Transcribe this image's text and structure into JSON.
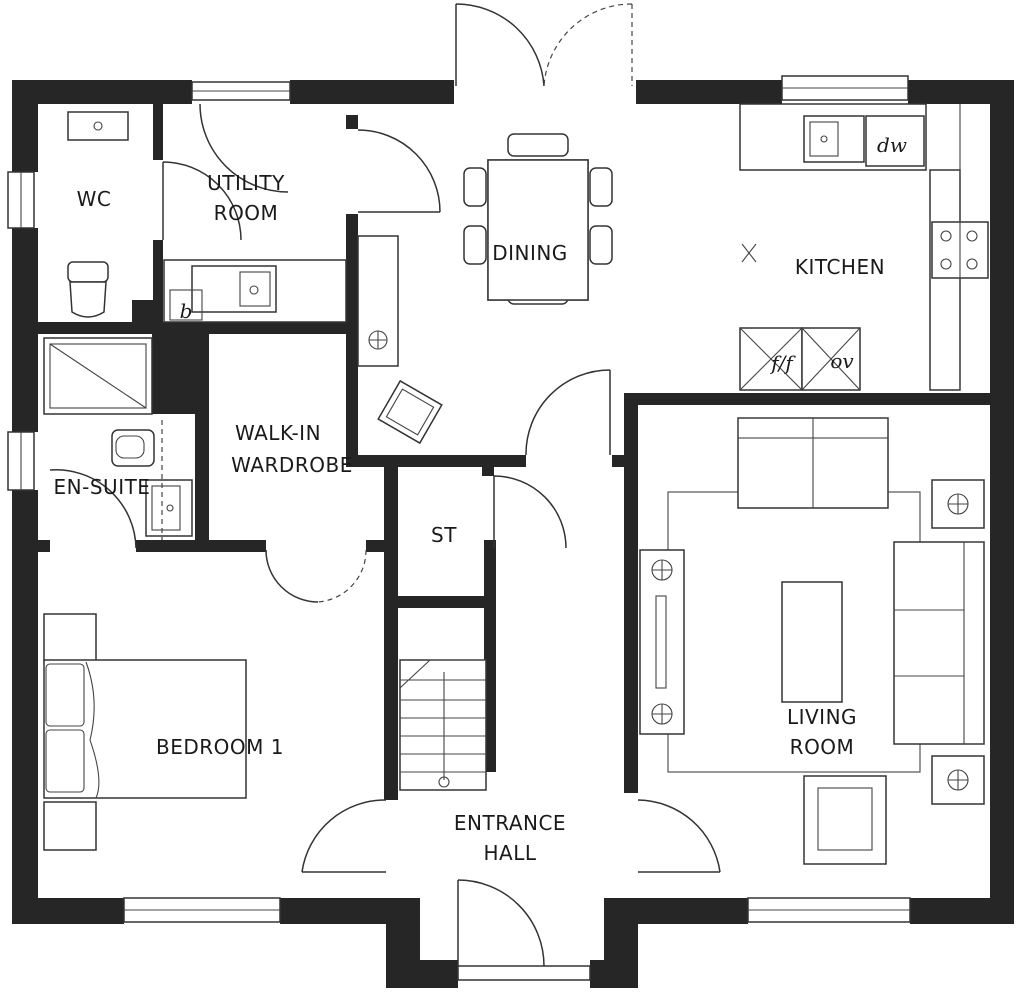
{
  "rooms": {
    "wc": "WC",
    "utility_1": "UTILITY",
    "utility_2": "ROOM",
    "dining": "DINING",
    "kitchen": "KITCHEN",
    "walkin_1": "WALK-IN",
    "walkin_2": "WARDROBE",
    "ensuite": "EN-SUITE",
    "store": "ST",
    "bedroom": "BEDROOM 1",
    "living_1": "LIVING",
    "living_2": "ROOM",
    "hall_1": "ENTRANCE",
    "hall_2": "HALL"
  },
  "appliances": {
    "dishwasher": "dw",
    "fridge_freezer": "f/f",
    "oven": "ov",
    "boiler": "b"
  }
}
